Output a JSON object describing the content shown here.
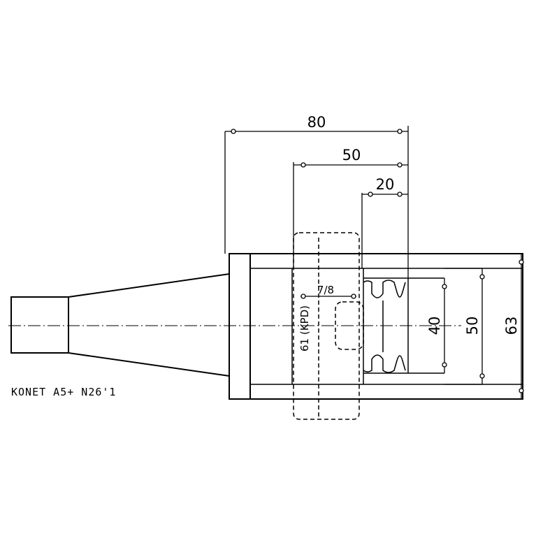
{
  "dimensions": {
    "length_overall": "80",
    "length_mid": "50",
    "length_short": "20",
    "dia_inner": "40",
    "dia_mid": "50",
    "dia_outer": "63",
    "small_dim": "7/8",
    "vertical_note": "61 (KPD)"
  },
  "caption": "KONET A5+ N26'1"
}
